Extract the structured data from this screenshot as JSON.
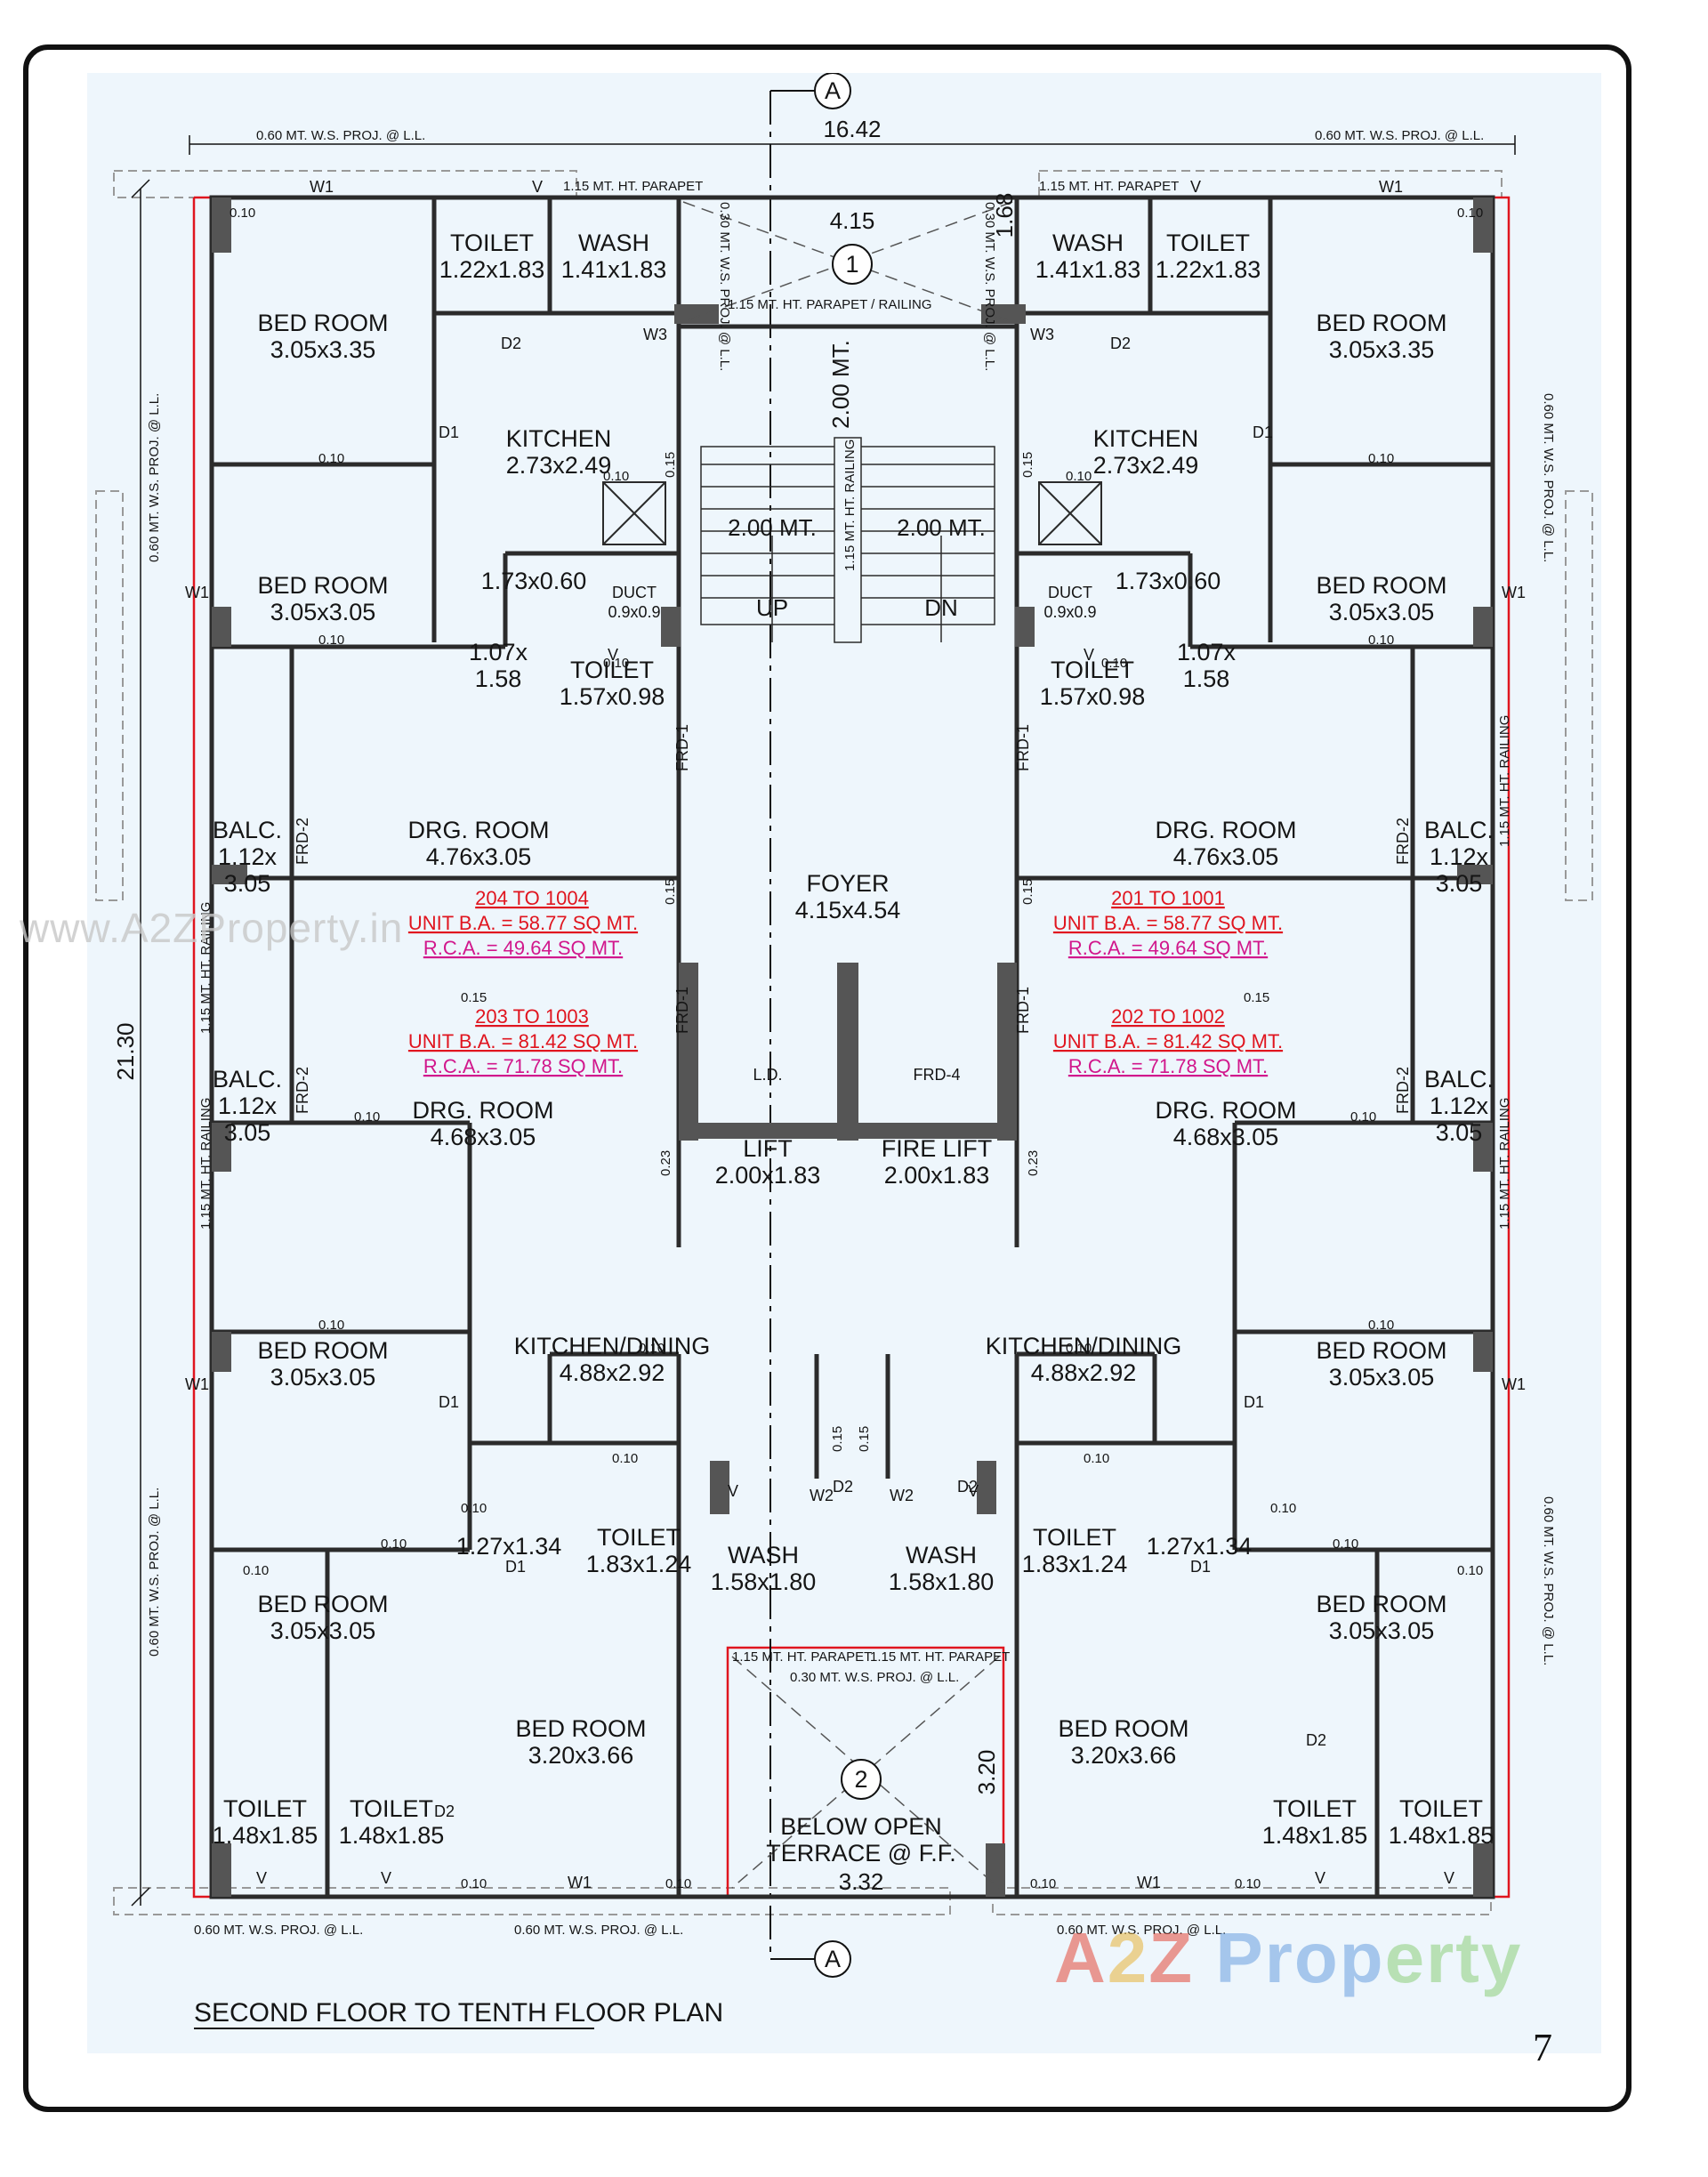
{
  "drawing": {
    "title": "SECOND FLOOR TO TENTH FLOOR PLAN",
    "page_number": "7",
    "watermark_left": "www.A2ZProperty.in",
    "watermark_logo": [
      "A",
      "2",
      "Z",
      " Prop",
      "erty"
    ],
    "overall_width": "16.42",
    "overall_depth": "21.30",
    "section_marker": "A",
    "circle_1": "1",
    "circle_2": "2"
  },
  "annotations": {
    "proj_top_left": "0.60 MT. W.S. PROJ. @ L.L.",
    "proj_top_right": "0.60 MT. W.S. PROJ. @ L.L.",
    "proj_bottom_left": "0.60 MT. W.S. PROJ. @ L.L.",
    "proj_bottom_mid": "0.60 MT. W.S. PROJ. @ L.L.",
    "proj_bottom_right": "0.60 MT. W.S. PROJ. @ L.L.",
    "proj_side": "0.60 MT. W.S. PROJ. @ L.L.",
    "proj_030": "0.30 MT. W.S. PROJ. @ L.L.",
    "parapet": "1.15 MT. HT. PARAPET",
    "parapet_railing": "1.15 MT. HT. PARAPET / RAILING",
    "railing": "1.15 MT. HT. RAILING",
    "top_void_width": "4.15",
    "top_void_depth": "1.68",
    "stair_landing": "2.00 MT.",
    "flight_left": "2.00 MT.",
    "flight_right": "2.00 MT.",
    "up": "UP",
    "dn": "DN",
    "ld": "L.D.",
    "frd4": "FRD-4",
    "terrace_width": "3.32",
    "terrace_depth": "3.20",
    "terrace_label": [
      "BELOW OPEN",
      "TERRACE @ F.F."
    ]
  },
  "rooms": {
    "bed_top": [
      "BED ROOM",
      "3.05x3.35"
    ],
    "toilet_top": [
      "TOILET",
      "1.22x1.83"
    ],
    "wash_top": [
      "WASH",
      "1.41x1.83"
    ],
    "kitchen": [
      "KITCHEN",
      "2.73x2.49"
    ],
    "bed_2": [
      "BED ROOM",
      "3.05x3.05"
    ],
    "pass_a": "1.73x0.60",
    "duct": [
      "DUCT",
      "0.9x0.9"
    ],
    "pass_b": [
      "1.07x",
      "1.58"
    ],
    "toilet_mid": [
      "TOILET",
      "1.57x0.98"
    ],
    "balc": [
      "BALC.",
      "1.12x",
      "3.05"
    ],
    "drg_top": [
      "DRG. ROOM",
      "4.76x3.05"
    ],
    "drg_bottom": [
      "DRG. ROOM",
      "4.68x3.05"
    ],
    "foyer": [
      "FOYER",
      "4.15x4.54"
    ],
    "lift": [
      "LIFT",
      "2.00x1.83"
    ],
    "fire_lift": [
      "FIRE LIFT",
      "2.00x1.83"
    ],
    "kitchen_dining": [
      "KITCHEN/DINING",
      "4.88x2.92"
    ],
    "bed_lower": [
      "BED ROOM",
      "3.05x3.05"
    ],
    "bed_lower2": [
      "BED ROOM",
      "3.05x3.05"
    ],
    "pass_c": "1.27x1.34",
    "toilet_low": [
      "TOILET",
      "1.83x1.24"
    ],
    "wash_low": [
      "WASH",
      "1.58x1.80"
    ],
    "bed_big": [
      "BED ROOM",
      "3.20x3.66"
    ],
    "toilet_corner": [
      "TOILET",
      "1.48x1.85"
    ],
    "toilet_corner2": [
      "TOILET",
      "1.48x1.85"
    ]
  },
  "units": [
    {
      "range": "204 TO 1004",
      "ba": "UNIT B.A. = 58.77 SQ MT.",
      "rca": "R.C.A. = 49.64 SQ MT."
    },
    {
      "range": "201 TO 1001",
      "ba": "UNIT B.A. = 58.77 SQ MT.",
      "rca": "R.C.A. = 49.64 SQ MT."
    },
    {
      "range": "203 TO 1003",
      "ba": "UNIT B.A. = 81.42 SQ MT.",
      "rca": "R.C.A. = 71.78 SQ MT."
    },
    {
      "range": "202 TO 1002",
      "ba": "UNIT B.A. = 81.42 SQ MT.",
      "rca": "R.C.A. = 71.78 SQ MT."
    }
  ],
  "tags": {
    "w1": "W1",
    "w2": "W2",
    "w3": "W3",
    "d1": "D1",
    "d2": "D2",
    "v": "V",
    "frd1": "FRD-1",
    "frd2": "FRD-2",
    "t010": "0.10",
    "t015": "0.15",
    "t023": "0.23"
  },
  "colors": {
    "outline_red": "#e0151f",
    "wall": "#2b2b2b",
    "column": "#555555",
    "area_text_magenta": "#d1178c",
    "sheet_bg": "#eef6fc"
  }
}
